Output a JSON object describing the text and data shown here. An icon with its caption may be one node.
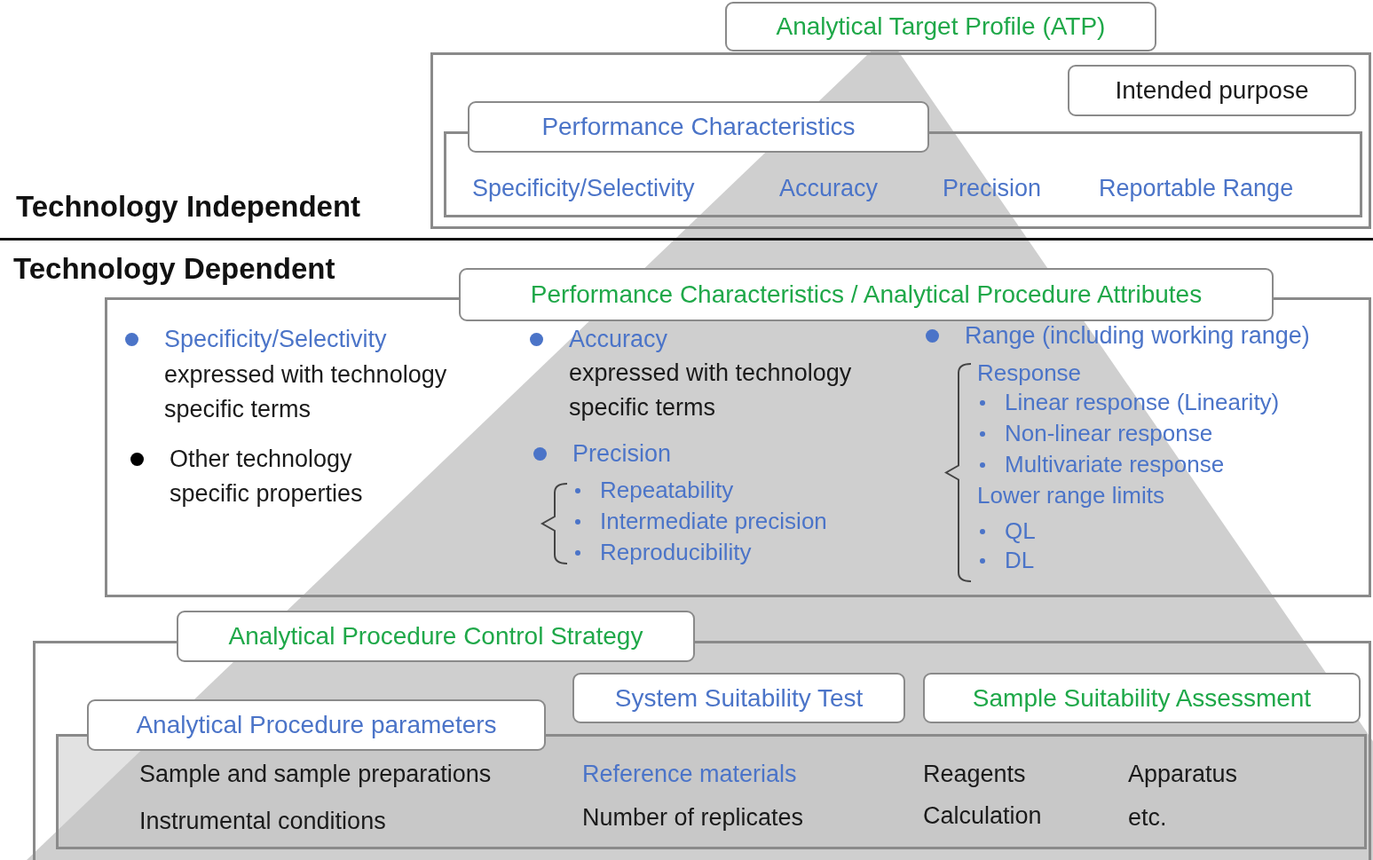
{
  "diagram": {
    "nodes": [
      {
        "text": [],
        "shape": "box"
      },
      {
        "text": [
          "Analytical Target Profile (ATP)"
        ]
      },
      {
        "text": [
          "Intended purpose"
        ],
        "in": 0
      },
      {
        "text": [
          "Specificity/Selectivity",
          "Accuracy",
          "Precision",
          "Reportable Range"
        ],
        "in": 0
      },
      {
        "text": [
          "Performance Characteristics"
        ],
        "in": 0
      },
      {
        "text": [
          "Specificity/Selectivity",
          "expressed with technology specific terms",
          "Other technology specific properties",
          "Accuracy",
          "expressed with technology specific terms",
          "Precision",
          "Repeatability",
          "Intermediate precision",
          "Reproducibility",
          "Range (including working range)",
          "Response",
          "Linear response (Linearity)",
          "Non-linear response",
          "Multivariate response",
          "Lower range limits",
          "QL",
          "DL"
        ]
      },
      {
        "text": [
          "Performance Characteristics / Analytical Procedure Attributes"
        ]
      },
      {
        "text": [],
        "shape": "box"
      },
      {
        "text": [
          "Analytical Procedure Control Strategy"
        ]
      },
      {
        "text": [
          "System Suitability Test"
        ],
        "in": 7
      },
      {
        "text": [
          "Sample Suitability Assessment"
        ],
        "in": 7
      },
      {
        "text": [
          "Sample and sample preparations",
          "Reference materials",
          "Reagents",
          "Apparatus",
          "Instrumental conditions",
          "Number of replicates",
          "Calculation",
          "etc."
        ],
        "in": 7
      },
      {
        "text": [
          "Analytical Procedure parameters"
        ],
        "in": 7
      }
    ],
    "edges": [],
    "labels": [
      "Technology Independent",
      "Technology Dependent"
    ]
  }
}
